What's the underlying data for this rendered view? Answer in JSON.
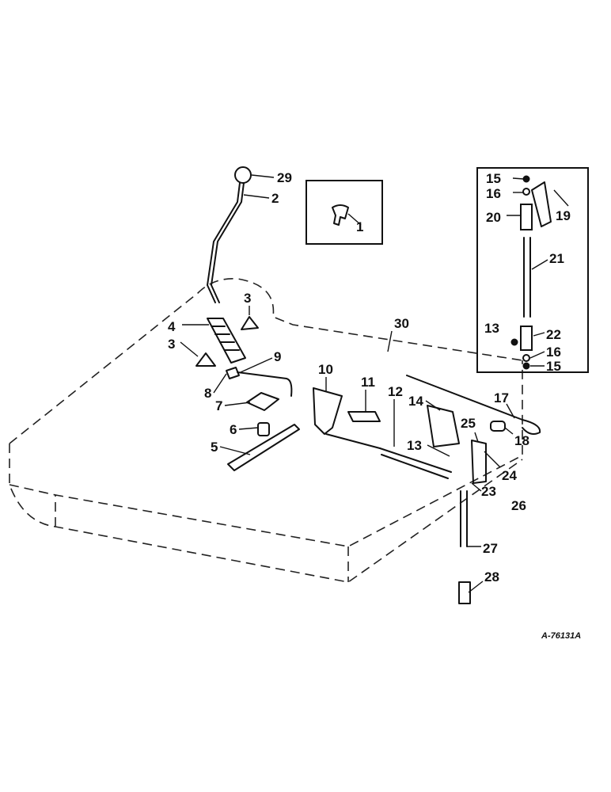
{
  "drawing_code": "A-76131A",
  "callouts": [
    {
      "id": "c29",
      "text": "29"
    },
    {
      "id": "c2",
      "text": "2"
    },
    {
      "id": "c1",
      "text": "1"
    },
    {
      "id": "c3a",
      "text": "3"
    },
    {
      "id": "c3b",
      "text": "3"
    },
    {
      "id": "c4",
      "text": "4"
    },
    {
      "id": "c30",
      "text": "30"
    },
    {
      "id": "c9",
      "text": "9"
    },
    {
      "id": "c8",
      "text": "8"
    },
    {
      "id": "c7",
      "text": "7"
    },
    {
      "id": "c6",
      "text": "6"
    },
    {
      "id": "c5",
      "text": "5"
    },
    {
      "id": "c10",
      "text": "10"
    },
    {
      "id": "c11",
      "text": "11"
    },
    {
      "id": "c12",
      "text": "12"
    },
    {
      "id": "c14",
      "text": "14"
    },
    {
      "id": "c13a",
      "text": "13"
    },
    {
      "id": "c25",
      "text": "25"
    },
    {
      "id": "c17",
      "text": "17"
    },
    {
      "id": "c18",
      "text": "18"
    },
    {
      "id": "c24",
      "text": "24"
    },
    {
      "id": "c23",
      "text": "23"
    },
    {
      "id": "c26",
      "text": "26"
    },
    {
      "id": "c27",
      "text": "27"
    },
    {
      "id": "c28",
      "text": "28"
    },
    {
      "id": "c15a",
      "text": "15"
    },
    {
      "id": "c16a",
      "text": "16"
    },
    {
      "id": "c19",
      "text": "19"
    },
    {
      "id": "c20",
      "text": "20"
    },
    {
      "id": "c21",
      "text": "21"
    },
    {
      "id": "c13b",
      "text": "13"
    },
    {
      "id": "c22",
      "text": "22"
    },
    {
      "id": "c16b",
      "text": "16"
    },
    {
      "id": "c15b",
      "text": "15"
    }
  ]
}
